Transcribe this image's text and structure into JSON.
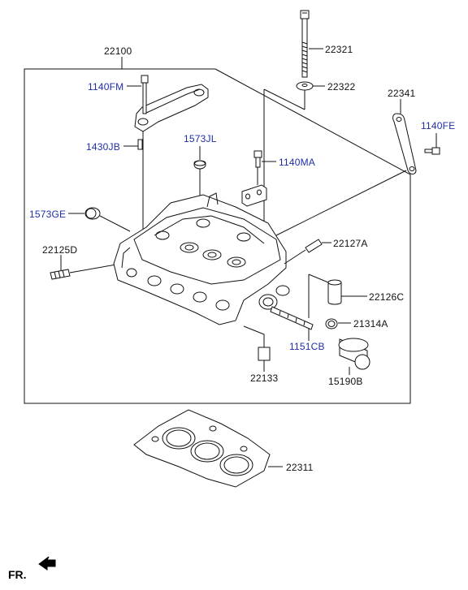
{
  "colors": {
    "label_blue": "#1f2fa8",
    "label_black": "#111111",
    "line": "#111111"
  },
  "labels": {
    "l22100": "22100",
    "l22321": "22321",
    "l22322": "22322",
    "l22341": "22341",
    "l1140FE": "1140FE",
    "l1140FM": "1140FM",
    "l1430JB": "1430JB",
    "l1573JL": "1573JL",
    "l1140MA": "1140MA",
    "l1573GE": "1573GE",
    "l22125D": "22125D",
    "l22127A": "22127A",
    "l22126C": "22126C",
    "l21314A": "21314A",
    "l1151CB": "1151CB",
    "l15190B": "15190B",
    "l22133": "22133",
    "l22311": "22311"
  },
  "orientation": {
    "label": "FR.",
    "icon": "arrow-icon"
  }
}
